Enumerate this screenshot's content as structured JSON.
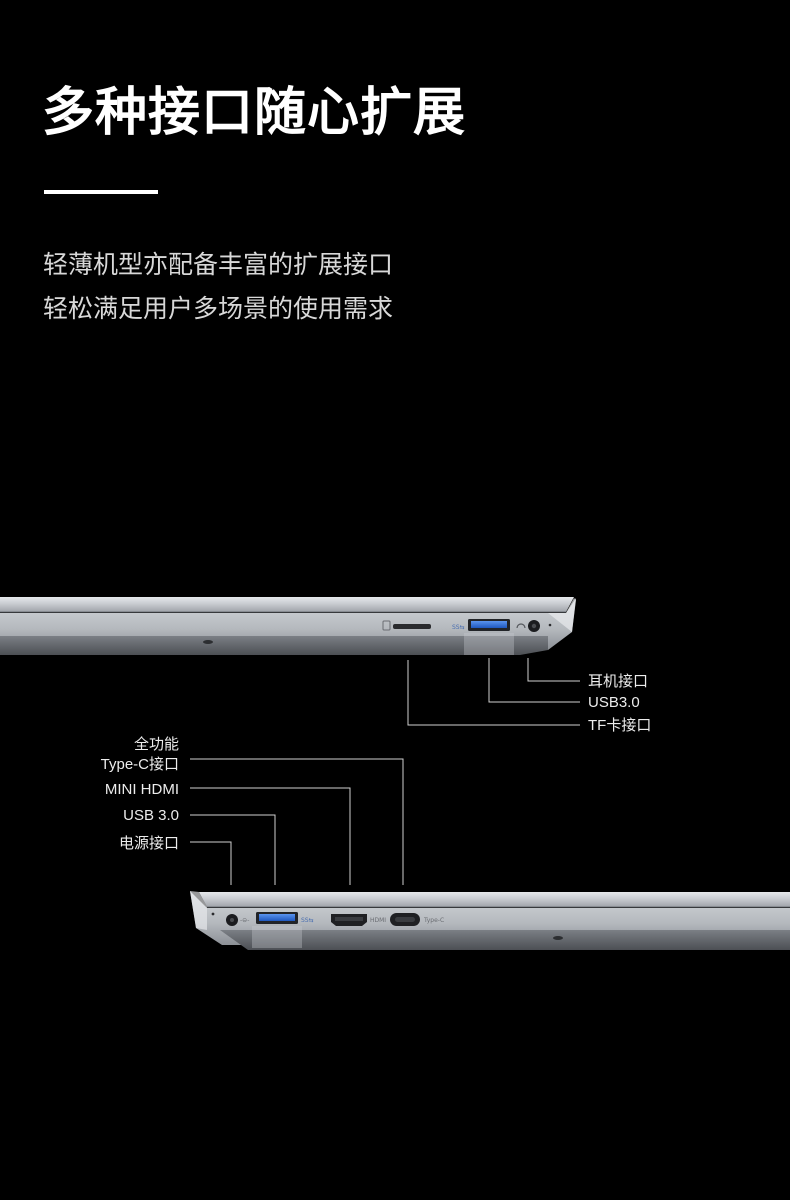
{
  "title": "多种接口随心扩展",
  "subtitle_lines": [
    "轻薄机型亦配备丰富的扩展接口",
    "轻松满足用户多场景的使用需求"
  ],
  "right_side": {
    "ports": [
      {
        "label": "耳机接口"
      },
      {
        "label": "USB3.0"
      },
      {
        "label": "TF卡接口"
      }
    ]
  },
  "left_side": {
    "ports": [
      {
        "label_line1": "全功能",
        "label_line2": "Type-C接口"
      },
      {
        "label": "MINI HDMI"
      },
      {
        "label": "USB 3.0"
      },
      {
        "label": "电源接口"
      }
    ],
    "port_markings": {
      "hdmi": "HDMI",
      "type_c": "Type-C"
    }
  },
  "colors": {
    "background": "#000000",
    "laptop_silver": "#b9bcc1",
    "usb_blue": "#2f6fd6",
    "leader_line": "#d0d0d0"
  }
}
